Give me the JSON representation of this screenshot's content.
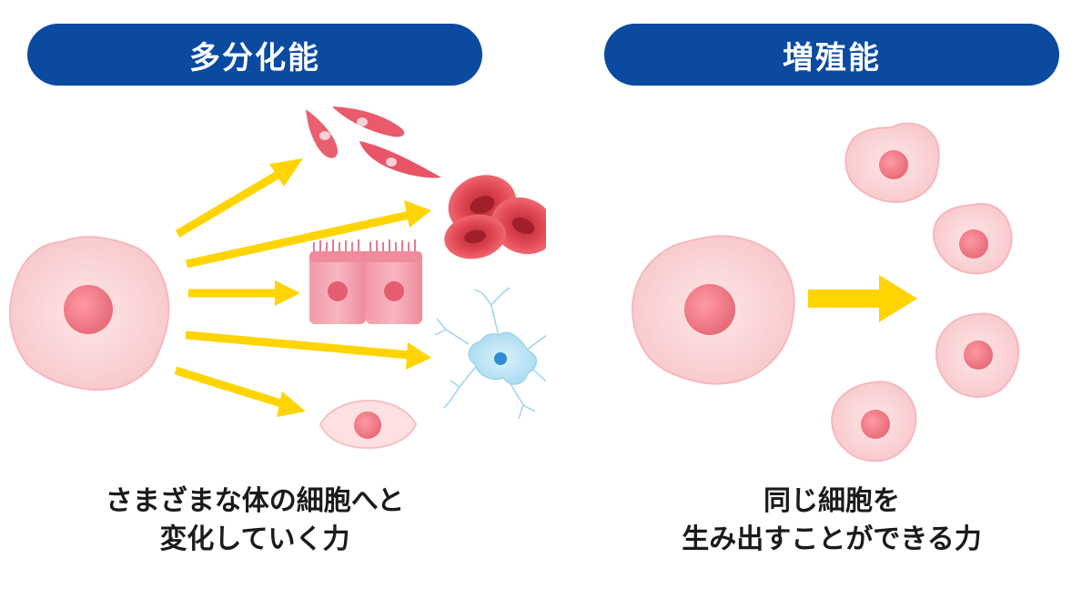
{
  "left": {
    "title": "多分化能",
    "caption_line1": "さまざまな体の細胞へと",
    "caption_line2": "変化していく力"
  },
  "right": {
    "title": "増殖能",
    "caption_line1": "同じ細胞を",
    "caption_line2": "生み出すことができる力"
  },
  "colors": {
    "header_bg": "#0a4aa0",
    "arrow": "#ffd400",
    "stem_cell": "#fcd8d8",
    "nucleus": "#f07a86",
    "red_cell": "#e0404e",
    "nerve_cell": "#bfe6f7"
  }
}
